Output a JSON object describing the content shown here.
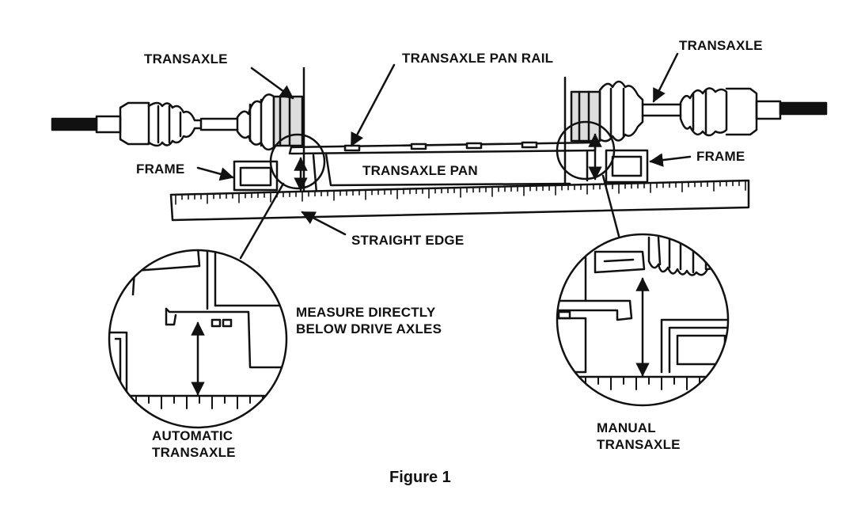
{
  "labels": {
    "transaxle_left": "TRANSAXLE",
    "transaxle_right": "TRANSAXLE",
    "pan_rail": "TRANSAXLE PAN RAIL",
    "frame_left": "FRAME",
    "frame_right": "FRAME",
    "transaxle_pan": "TRANSAXLE PAN",
    "straight_edge": "STRAIGHT EDGE",
    "measure_line1": "MEASURE DIRECTLY",
    "measure_line2": "BELOW DRIVE AXLES",
    "automatic_line1": "AUTOMATIC",
    "automatic_line2": "TRANSAXLE",
    "manual_line1": "MANUAL",
    "manual_line2": "TRANSAXLE"
  },
  "caption": "Figure 1",
  "colors": {
    "ink": "#111111",
    "paper": "#ffffff"
  }
}
